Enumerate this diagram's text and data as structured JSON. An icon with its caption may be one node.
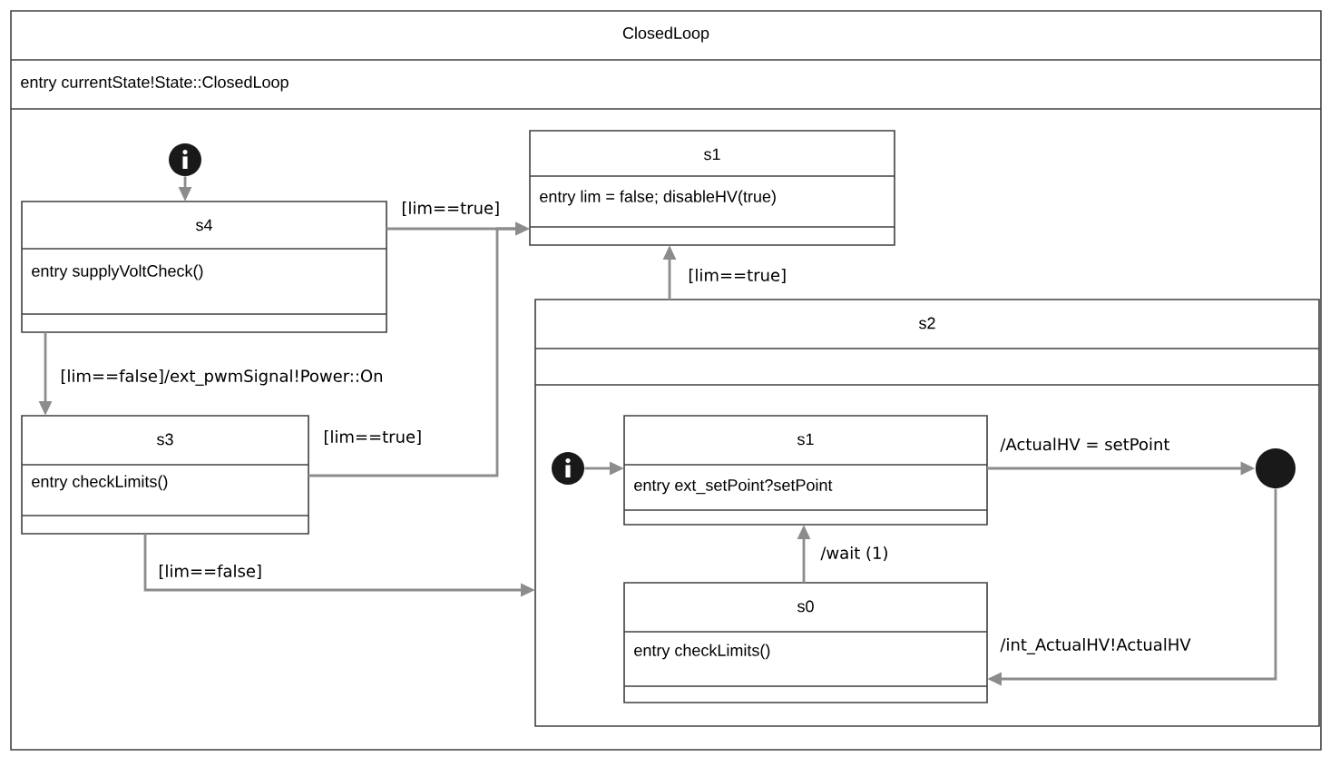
{
  "diagram": {
    "nodes": [
      {
        "text": [
          "ClosedLoop",
          "entry currentState!State::ClosedLoop"
        ]
      },
      {
        "text": [],
        "shape": "circle",
        "in": 0
      },
      {
        "text": [
          "s1",
          "entry lim = false; disableHV(true)"
        ],
        "in": 0
      },
      {
        "text": [
          "s4",
          "entry supplyVoltCheck()"
        ],
        "in": 0
      },
      {
        "text": [
          "s2"
        ],
        "in": 0
      },
      {
        "text": [
          "s3",
          "entry checkLimits()"
        ],
        "in": 0
      },
      {
        "text": [],
        "shape": "circle",
        "in": 4
      },
      {
        "text": [
          "s1",
          "entry ext_setPoint?setPoint"
        ],
        "in": 4
      },
      {
        "text": [],
        "shape": "circle",
        "in": 4
      },
      {
        "text": [
          "s0",
          "entry checkLimits()"
        ],
        "in": 4
      }
    ],
    "edges": [
      {
        "from": 1,
        "to": 3,
        "arrow": "to"
      },
      {
        "from": 3,
        "to": 2,
        "arrow": "to",
        "label": "[lim==true]"
      },
      {
        "from": 3,
        "to": 5,
        "arrow": "to",
        "label": "[lim==false]/ext_pwmSignal!Power::On"
      },
      {
        "from": 5,
        "to": 2,
        "arrow": "to",
        "label": "[lim==true]"
      },
      {
        "from": 4,
        "to": 2,
        "arrow": "to",
        "label": "[lim==true]"
      },
      {
        "from": 5,
        "to": 4,
        "arrow": "to",
        "label": "[lim==false]"
      },
      {
        "from": 6,
        "to": 7,
        "arrow": "to"
      },
      {
        "from": 7,
        "to": 8,
        "arrow": "to",
        "label": "/ActualHV = setPoint"
      },
      {
        "from": 8,
        "to": 9,
        "arrow": "to",
        "label": "/int_ActualHV!ActualHV"
      },
      {
        "from": 9,
        "to": 7,
        "arrow": "to",
        "label": "/wait (1)"
      }
    ]
  }
}
